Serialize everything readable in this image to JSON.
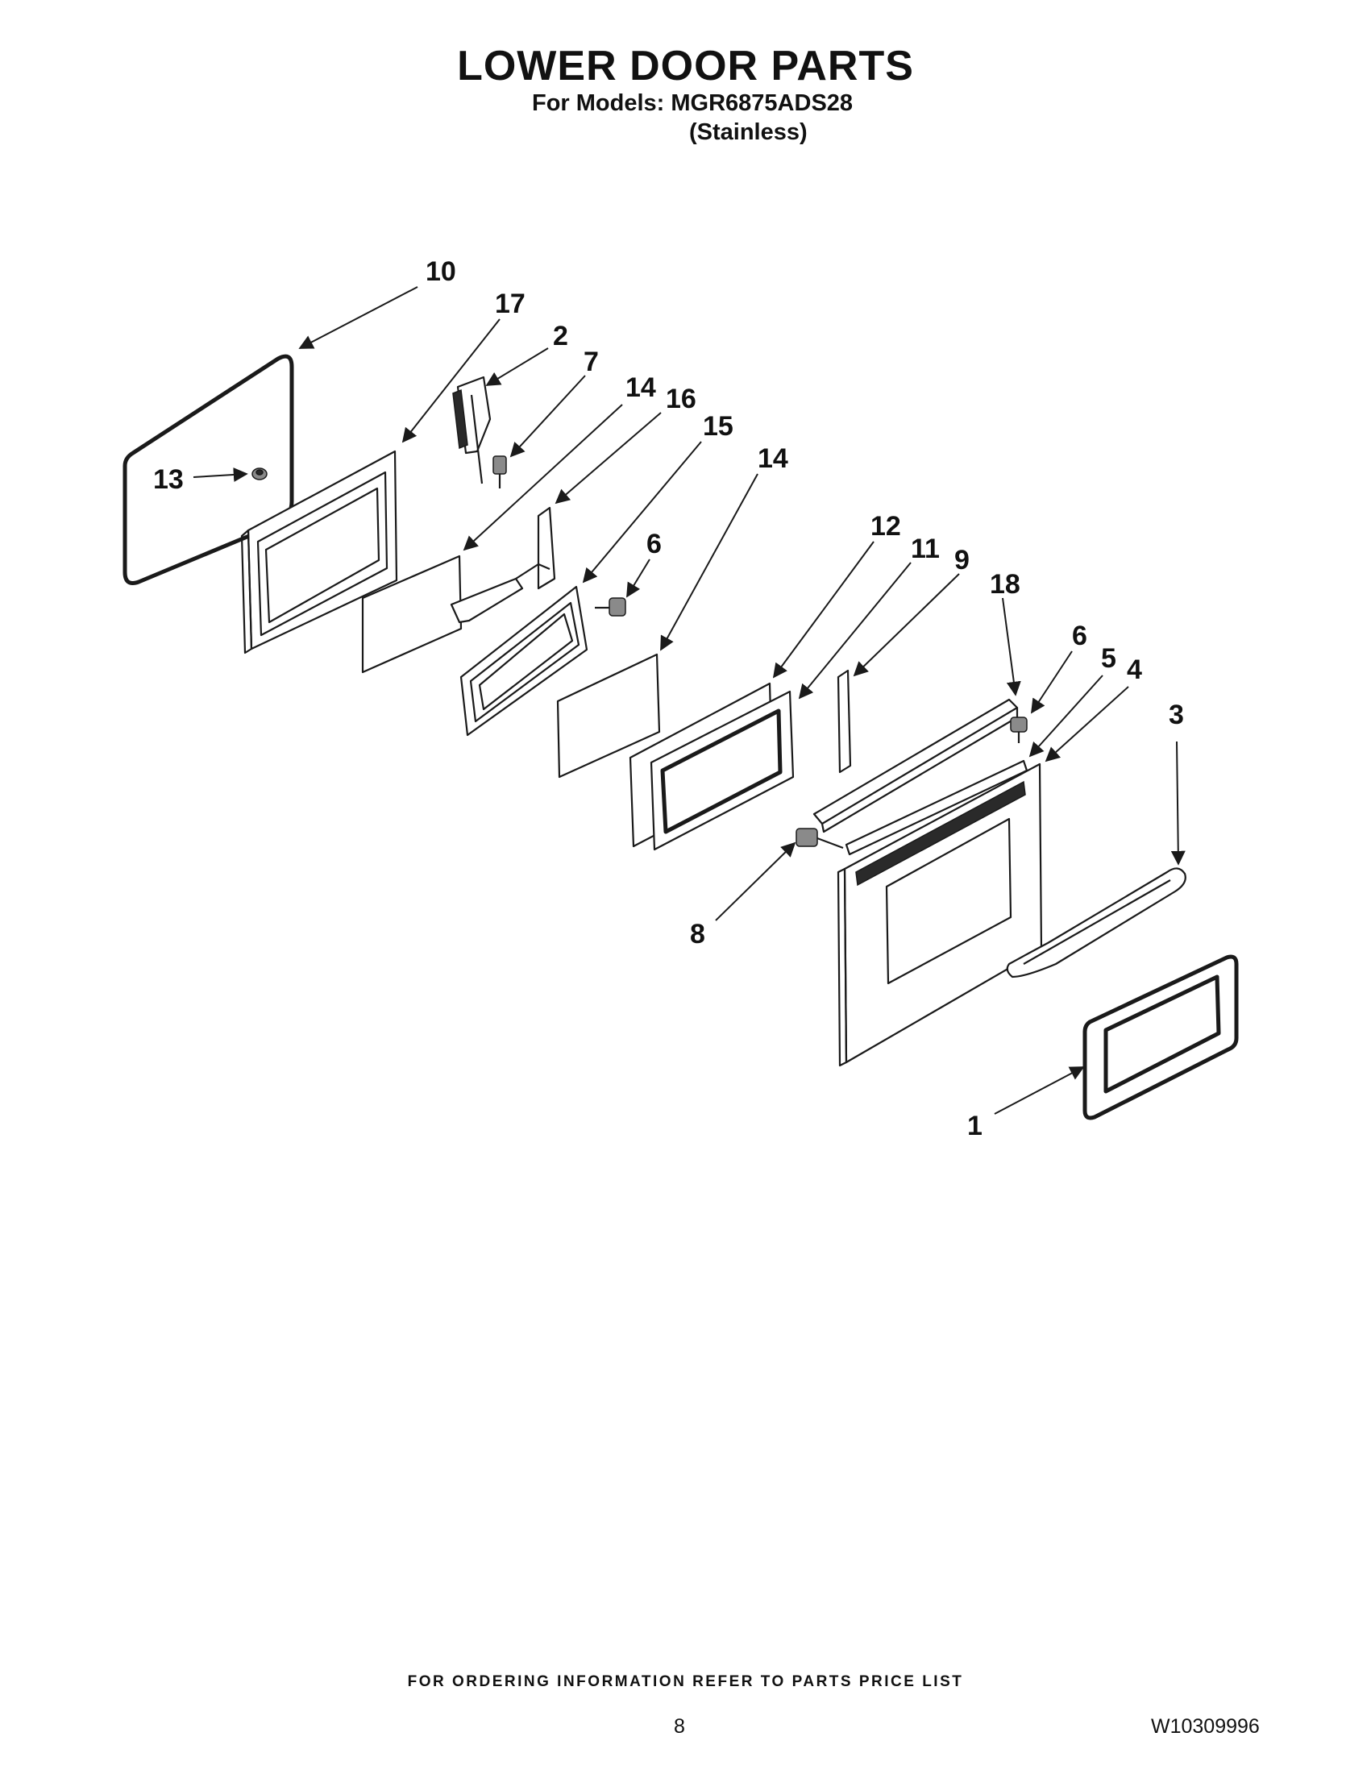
{
  "header": {
    "title": "LOWER DOOR PARTS",
    "models_line": "For Models: MGR6875ADS28",
    "finish_line": "(Stainless)"
  },
  "callouts": [
    "10",
    "17",
    "2",
    "7",
    "14",
    "16",
    "15",
    "13",
    "6",
    "14",
    "12",
    "11",
    "9",
    "18",
    "6",
    "5",
    "4",
    "3",
    "8",
    "1"
  ],
  "footer": {
    "ordering_note": "FOR ORDERING INFORMATION REFER TO PARTS PRICE LIST",
    "page_number": "8",
    "document_number": "W10309996"
  }
}
